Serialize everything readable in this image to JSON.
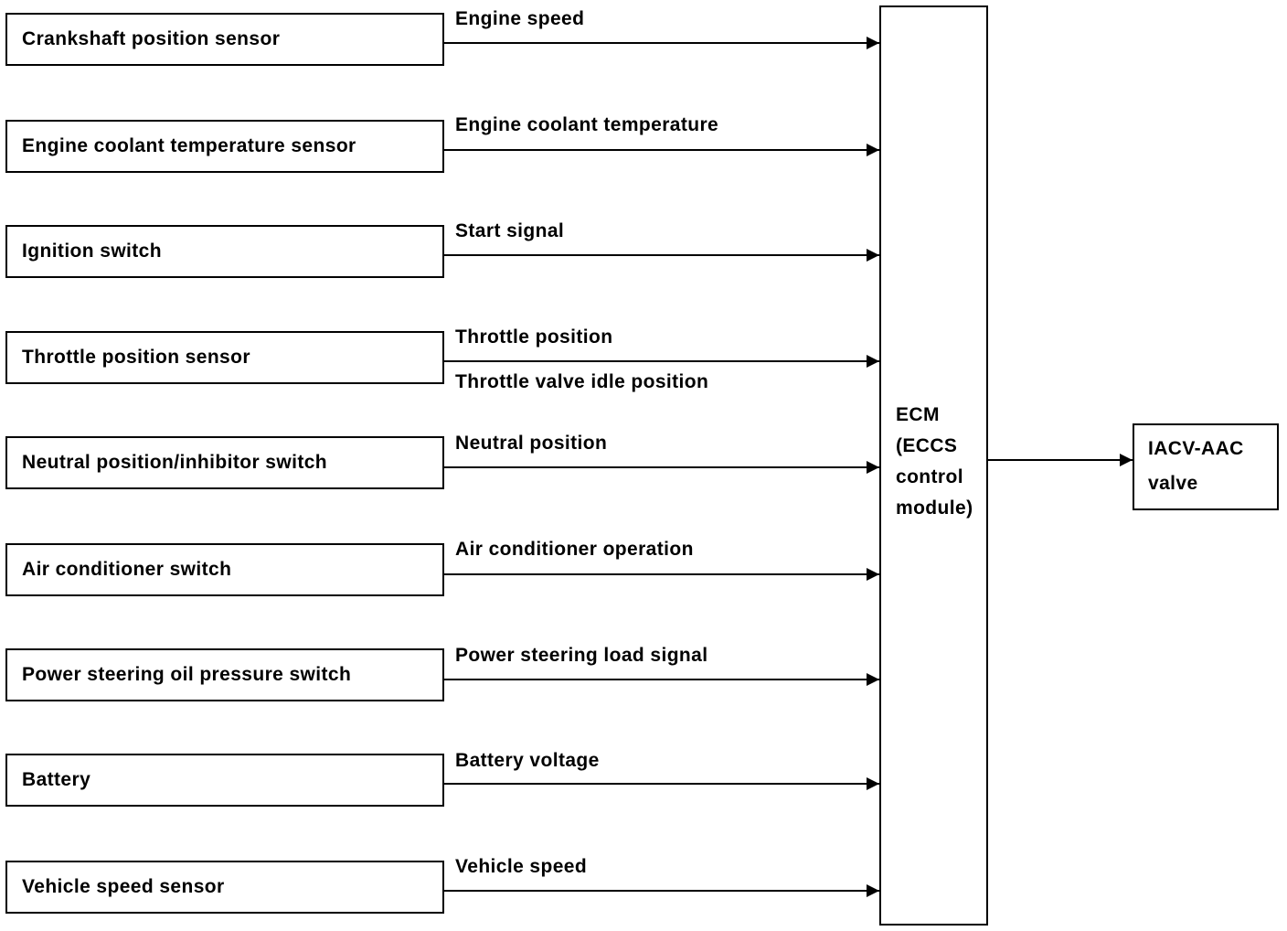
{
  "diagram": {
    "inputs": [
      {
        "box": "Crankshaft position sensor",
        "signals": [
          "Engine speed"
        ]
      },
      {
        "box": "Engine coolant temperature sensor",
        "signals": [
          "Engine coolant temperature"
        ]
      },
      {
        "box": "Ignition switch",
        "signals": [
          "Start signal"
        ]
      },
      {
        "box": "Throttle position sensor",
        "signals": [
          "Throttle position",
          "Throttle valve idle position"
        ]
      },
      {
        "box": "Neutral position/inhibitor switch",
        "signals": [
          "Neutral position"
        ]
      },
      {
        "box": "Air conditioner switch",
        "signals": [
          "Air conditioner operation"
        ]
      },
      {
        "box": "Power steering oil pressure switch",
        "signals": [
          "Power steering load signal"
        ]
      },
      {
        "box": "Battery",
        "signals": [
          "Battery voltage"
        ]
      },
      {
        "box": "Vehicle speed sensor",
        "signals": [
          "Vehicle speed"
        ]
      }
    ],
    "ecm": {
      "lines": [
        "ECM",
        "(ECCS",
        "control",
        "module)"
      ]
    },
    "output": {
      "lines": [
        "IACV-AAC",
        "valve"
      ]
    }
  }
}
